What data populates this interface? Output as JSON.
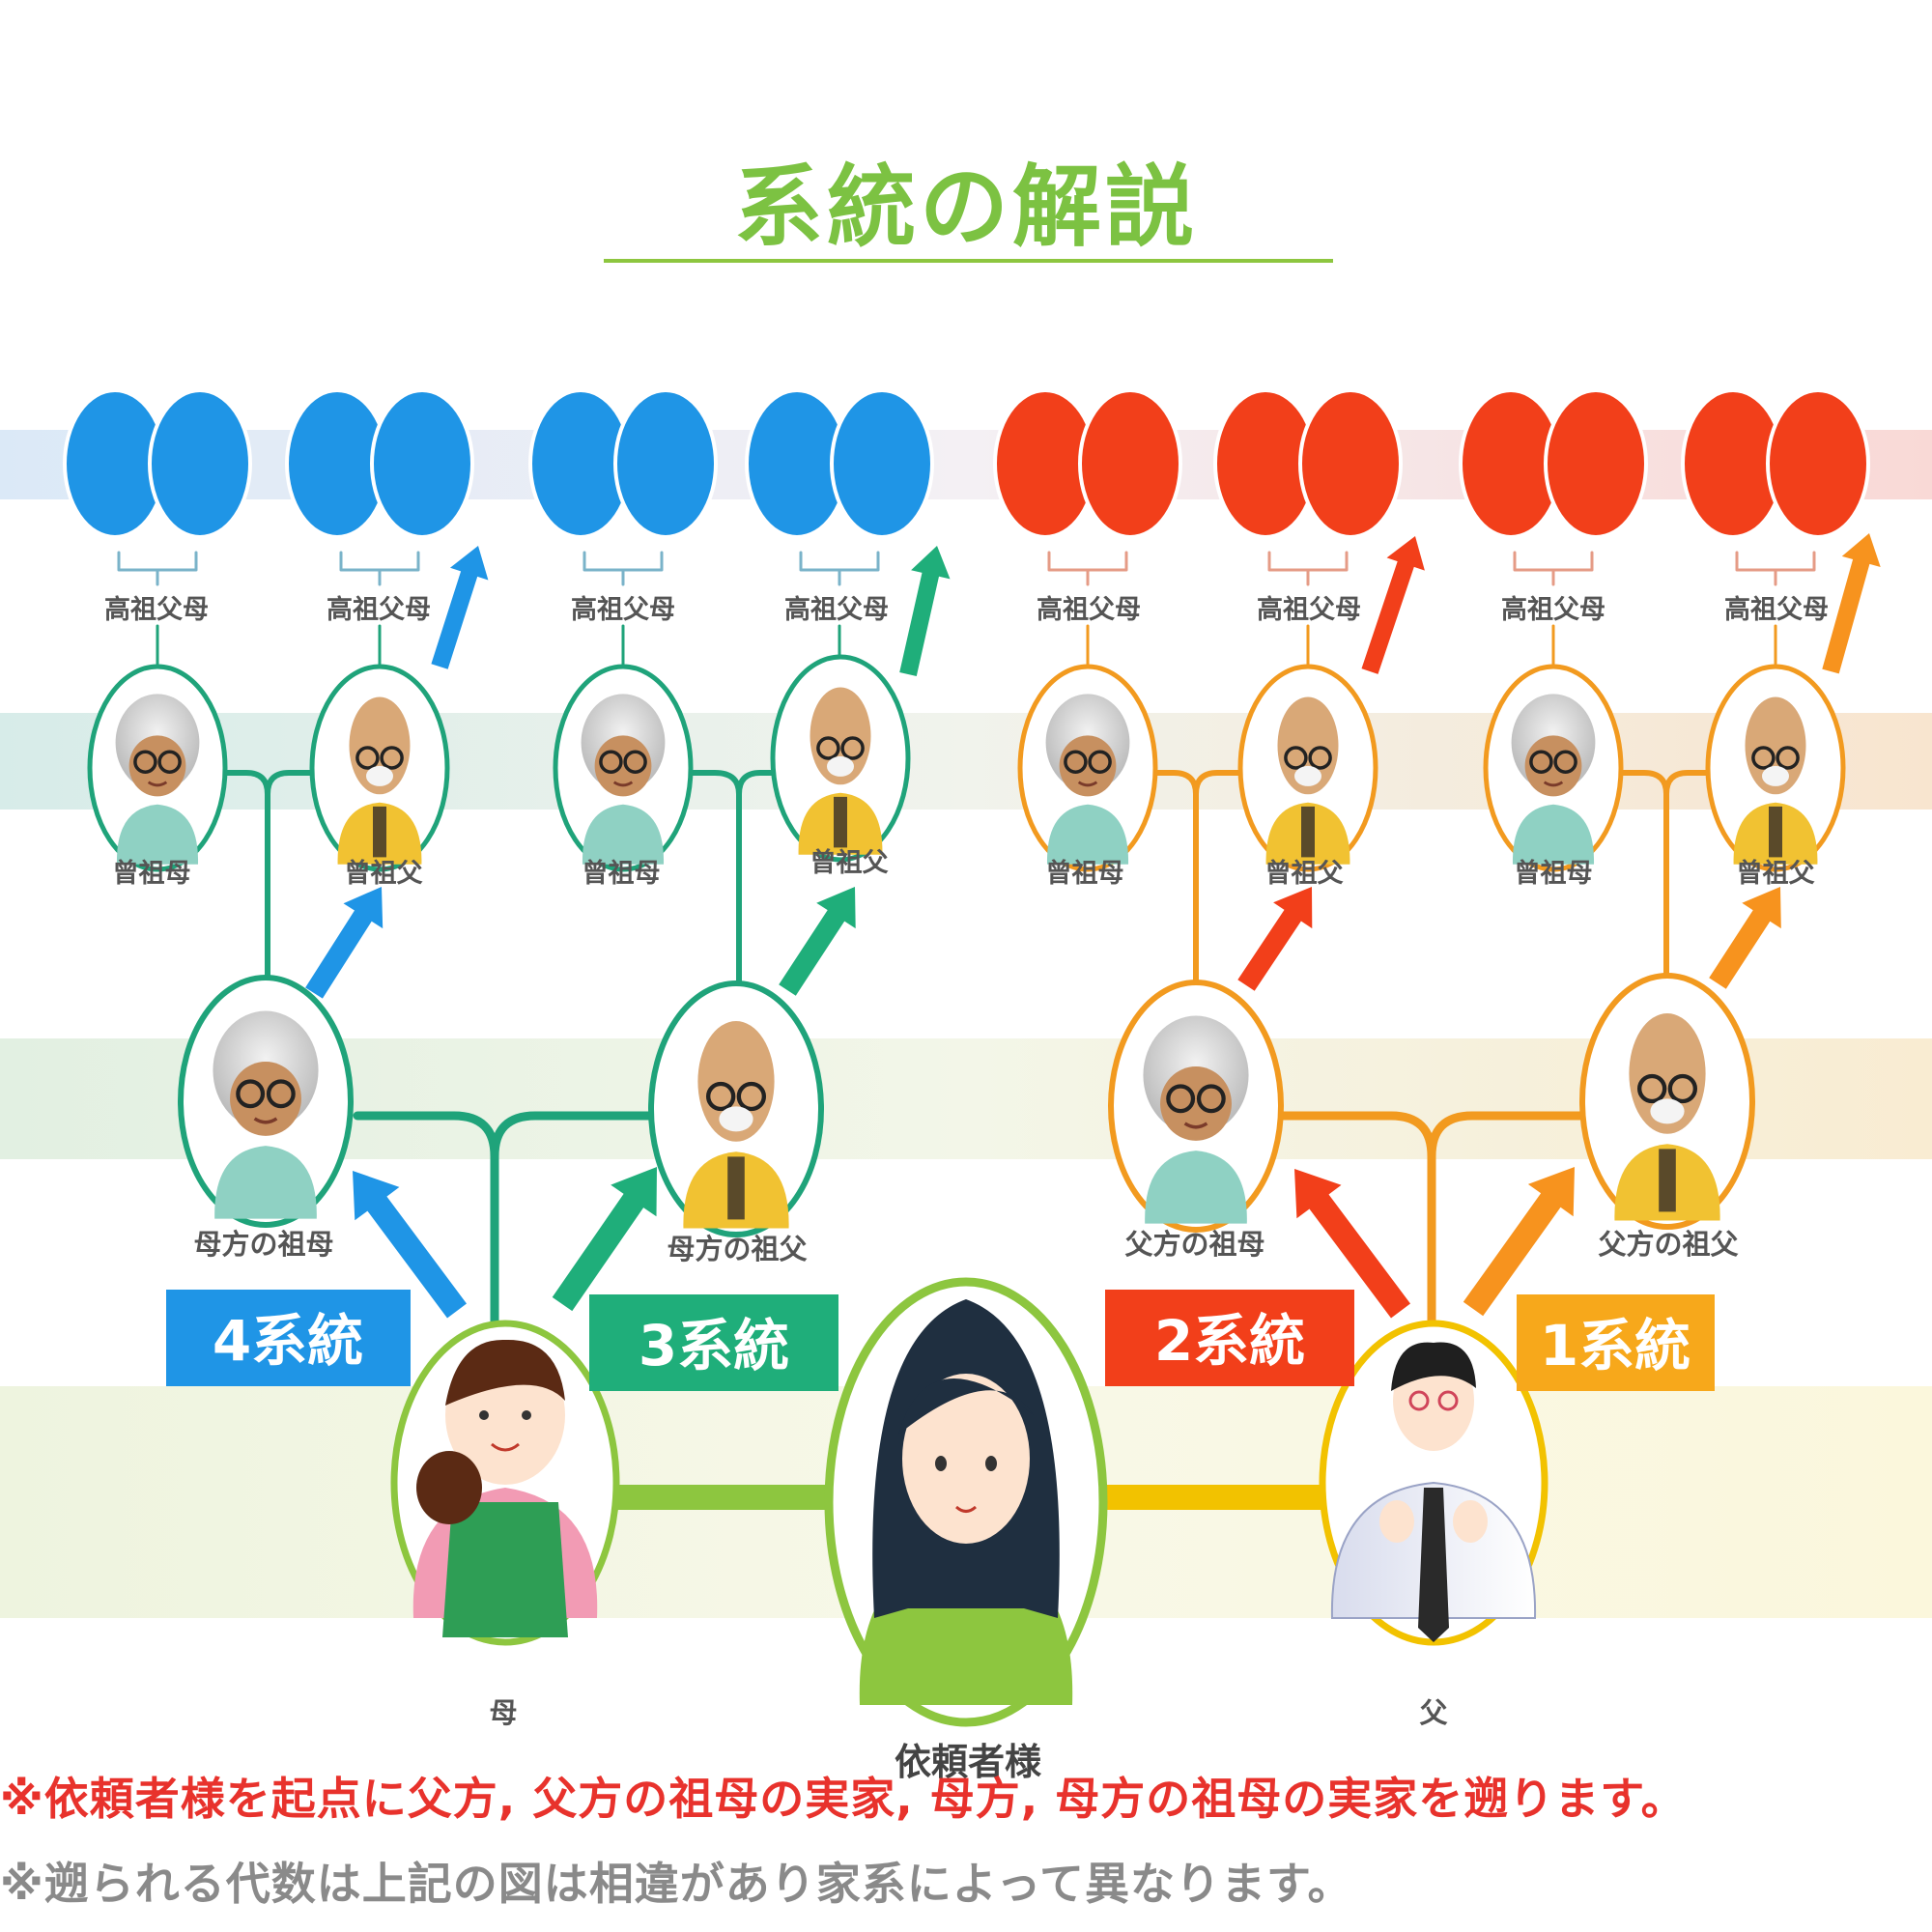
{
  "title": "系統の解説",
  "colors": {
    "title": "#7cc242",
    "maternal_tree": "#1fa37a",
    "paternal_tree": "#f29a1f",
    "blue": "#1f95e6",
    "red": "#f23f1a",
    "requester": "#8dc63f",
    "father_line": "#f2c200",
    "note_red": "#e8322c",
    "note_gray": "#8a8a8a"
  },
  "labels": {
    "great_great": "高祖父母",
    "great_grandmother": "曾祖母",
    "great_grandfather": "曾祖父",
    "maternal_grandmother": "母方の祖母",
    "maternal_grandfather": "母方の祖父",
    "paternal_grandmother": "父方の祖母",
    "paternal_grandfather": "父方の祖父",
    "mother": "母",
    "father": "父",
    "requester": "依頼者様"
  },
  "badges": {
    "line4": "4系統",
    "line3": "3系統",
    "line2": "2系統",
    "line1": "1系統"
  },
  "notes": {
    "line1": "※依頼者様を起点に父方, 父方の祖母の実家, 母方, 母方の祖母の実家を遡ります。",
    "line2": "※遡られる代数は上記の図は相違があり家系によって異なります。"
  }
}
